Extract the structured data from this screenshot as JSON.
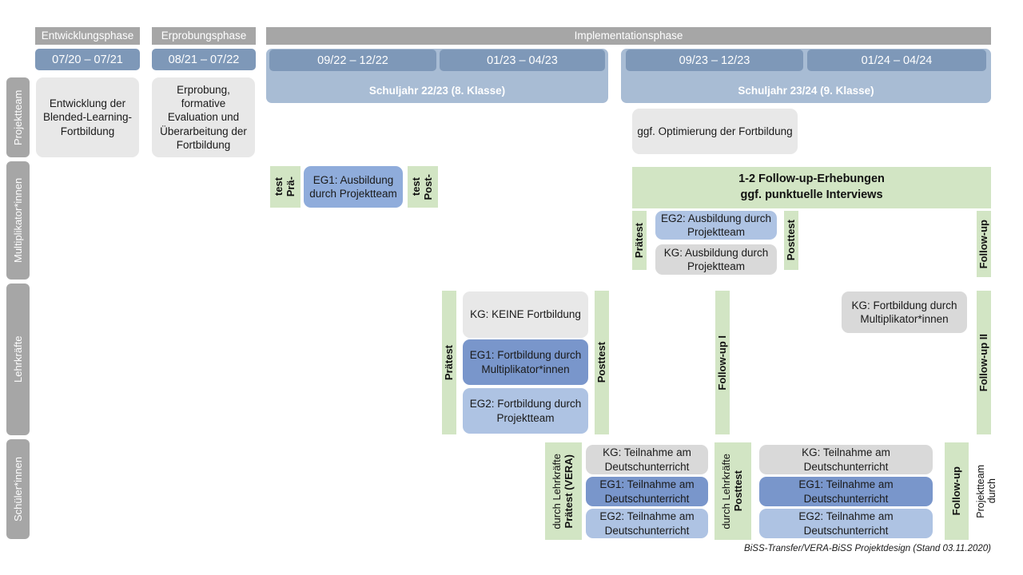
{
  "phases": [
    {
      "label": "Entwicklungsphase"
    },
    {
      "label": "Erprobungsphase"
    },
    {
      "label": "Implementationsphase"
    }
  ],
  "periods": [
    {
      "label": "07/20 – 07/21"
    },
    {
      "label": "08/21 – 07/22"
    },
    {
      "label": "09/22 – 12/22"
    },
    {
      "label": "01/23 – 04/23"
    },
    {
      "label": "09/23 – 12/23"
    },
    {
      "label": "01/24 – 04/24"
    }
  ],
  "schoolyears": [
    {
      "label": "Schuljahr 22/23 (8. Klasse)"
    },
    {
      "label": "Schuljahr 23/24 (9. Klasse)"
    }
  ],
  "rows": [
    {
      "label": "Projektteam"
    },
    {
      "label": "Multiplikator*innen"
    },
    {
      "label": "Lehrkräfte"
    },
    {
      "label": "Schüler*innen"
    }
  ],
  "projektteam": {
    "entwicklung": "Entwicklung der Blended-Learning-Fortbildung",
    "erprobung": "Erprobung, formative Evaluation und Überarbeitung der Fortbildung",
    "optimierung": "ggf. Optimierung der Fortbildung"
  },
  "multiplikator": {
    "praetest_1a": "Prä-",
    "praetest_1b": "test",
    "eg1": "EG1: Ausbildung durch Projektteam",
    "posttest_1a": "Post-",
    "posttest_1b": "test",
    "followup_banner_line1": "1-2 Follow-up-Erhebungen",
    "followup_banner_line2": "ggf. punktuelle Interviews",
    "praetest_2": "Prätest",
    "eg2": "EG2:  Ausbildung durch Projektteam",
    "kg": "KG: Ausbildung durch Projektteam",
    "posttest_2": "Posttest",
    "followup": "Follow-up"
  },
  "lehrkraefte": {
    "praetest": "Prätest",
    "kg_keine": "KG:  KEINE Fortbildung",
    "eg1": "EG1: Fortbildung durch Multiplikator*innen",
    "eg2": "EG2: Fortbildung durch Projektteam",
    "posttest": "Posttest",
    "followup1": "Follow-up I",
    "kg_fortbildung": "KG: Fortbildung durch Multiplikator*innen",
    "followup2": "Follow-up II"
  },
  "schueler": {
    "praetest_main": "Prätest (VERA)",
    "praetest_sub": "durch Lehrkräfte",
    "kg_1": "KG: Teilnahme am Deutschunterricht",
    "eg1_1": "EG1: Teilnahme am Deutschunterricht",
    "eg2_1": "EG2: Teilnahme am Deutschunterricht",
    "posttest_main": "Posttest",
    "posttest_sub": "durch Lehrkräfte",
    "kg_2": "KG: Teilnahme am Deutschunterricht",
    "eg1_2": "EG1: Teilnahme am Deutschunterricht",
    "eg2_2": "EG2: Teilnahme am Deutschunterricht",
    "followup_main": "Follow-up",
    "followup_sub1": "durch",
    "followup_sub2": "Projektteam"
  },
  "footer": {
    "text": "BiSS-Transfer/VERA-BiSS Projektdesign (Stand 03.11.2020)"
  },
  "colors": {
    "grey_header": "#a6a6a6",
    "period_blue": "#7e98b8",
    "schoolyear_blue": "#a8bcd4",
    "box_grey": "#e8e8e8",
    "box_grey_flat": "#d9d9d9",
    "blue_dark": "#7996cb",
    "blue_mid": "#8facdb",
    "blue_light": "#aec3e3",
    "green": "#d2e5c4"
  }
}
